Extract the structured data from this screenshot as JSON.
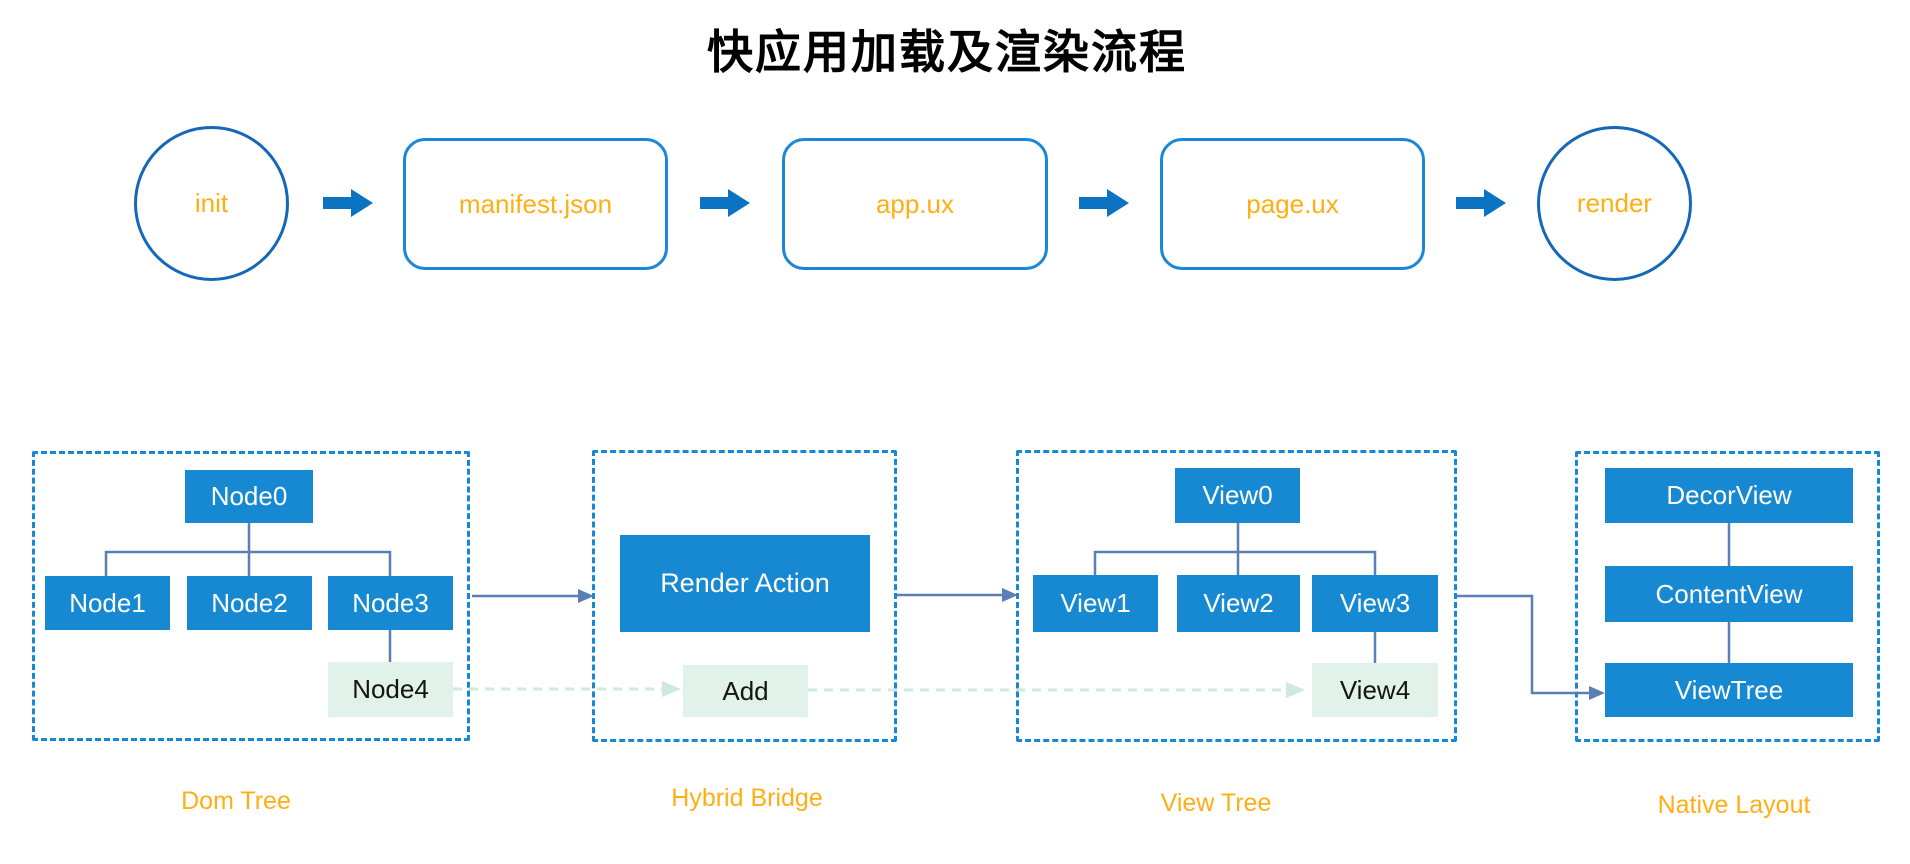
{
  "title": "快应用加载及渲染流程",
  "colors": {
    "node_blue": "#1789d3",
    "dashed_border_blue": "#1789d3",
    "circle_border_blue": "#1568b8",
    "rect_border_blue": "#1b87d8",
    "block_arrow_blue": "#0c72c2",
    "connector_steel_blue": "#5b7fb0",
    "solid_arrow_blue": "#5b7fb5",
    "mint_fill": "#e0f2ea",
    "mint_arrow": "#cfe9de",
    "accent_orange": "#ffae14",
    "title_black": "#000000"
  },
  "icons": {
    "flow_arrow": "arrow-right-icon",
    "solid_arrow": "arrow-right-icon",
    "dashed_arrow": "dashed-arrow-right-icon"
  },
  "flow": {
    "steps": [
      {
        "label": "init",
        "shape": "circle"
      },
      {
        "label": "manifest.json",
        "shape": "rounded-rect"
      },
      {
        "label": "app.ux",
        "shape": "rounded-rect"
      },
      {
        "label": "page.ux",
        "shape": "rounded-rect"
      },
      {
        "label": "render",
        "shape": "circle"
      }
    ]
  },
  "groups": {
    "dom_tree": {
      "caption": "Dom Tree",
      "nodes": {
        "root": "Node0",
        "child1": "Node1",
        "child2": "Node2",
        "child3": "Node3",
        "added": "Node4"
      }
    },
    "hybrid_bridge": {
      "caption": "Hybrid Bridge",
      "action": "Render Action",
      "added": "Add"
    },
    "view_tree": {
      "caption": "View Tree",
      "nodes": {
        "root": "View0",
        "child1": "View1",
        "child2": "View2",
        "child3": "View3",
        "added": "View4"
      }
    },
    "native_layout": {
      "caption": "Native Layout",
      "layers": [
        "DecorView",
        "ContentView",
        "ViewTree"
      ]
    }
  }
}
